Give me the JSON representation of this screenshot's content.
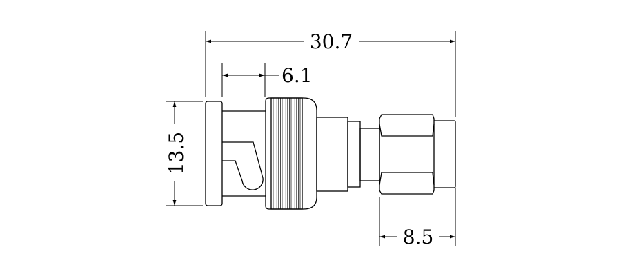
{
  "drawing": {
    "title": "BNC male to SMA male adapter dimension drawing",
    "dimensions": {
      "overall_length": "30.7",
      "bnc_flange_offset": "6.1",
      "height": "13.5",
      "sma_length": "8.5"
    },
    "colors": {
      "line": "#000000",
      "background": "#ffffff"
    }
  }
}
